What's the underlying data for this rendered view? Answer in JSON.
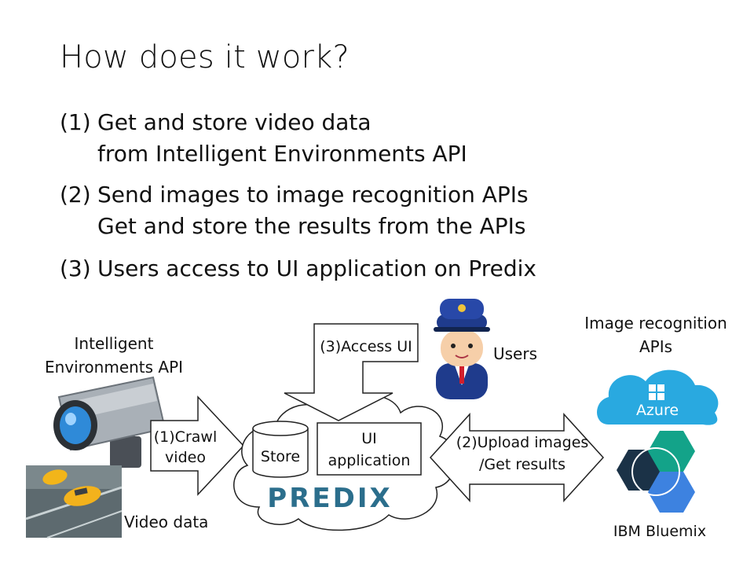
{
  "title": "How does it work?",
  "steps": [
    {
      "num": "(1)",
      "lines": [
        "Get and store video data",
        "from Intelligent Environments API"
      ]
    },
    {
      "num": "(2)",
      "lines": [
        "Send images to image recognition APIs",
        "Get and store the results from the APIs"
      ]
    },
    {
      "num": "(3)",
      "lines": [
        "Users access to UI application on Predix"
      ]
    }
  ],
  "diagram": {
    "camera_label": [
      "Intelligent",
      "Environments API"
    ],
    "crawl_arrow": [
      "(1)Crawl",
      "video"
    ],
    "video_label": "Video data",
    "store_label": "Store",
    "ui_app": [
      "UI",
      "application"
    ],
    "predix_logo": "PREDIX",
    "access_arrow": "(3)Access UI",
    "users_label": "Users",
    "upload_arrow": [
      "(2)Upload images",
      "/Get results"
    ],
    "image_rec_label": [
      "Image recognition",
      "APIs"
    ],
    "azure_logo": "Azure",
    "ibm_label": "IBM Bluemix"
  },
  "colors": {
    "azure": "#29a9e0",
    "predix": "#2b6e8c",
    "ibm_dark": "#1b3247",
    "ibm_teal": "#13a389",
    "ibm_blue": "#3d82e0"
  }
}
